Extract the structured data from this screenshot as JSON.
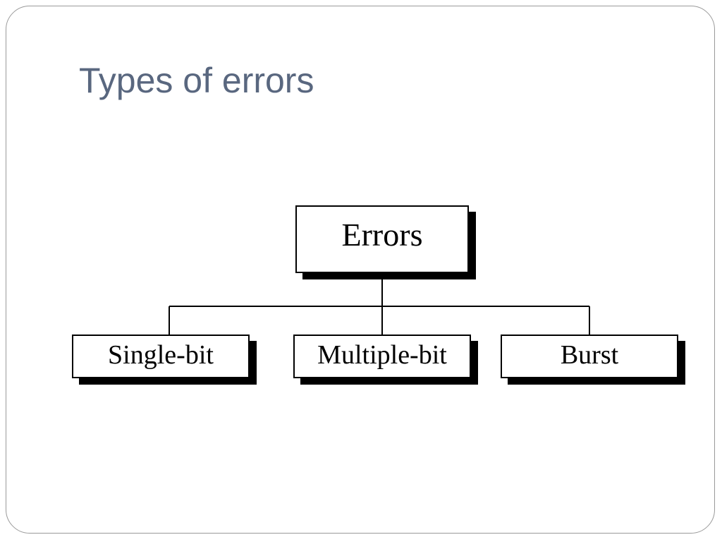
{
  "slide": {
    "title": "Types of errors"
  },
  "diagram": {
    "root": {
      "label": "Errors"
    },
    "children": [
      {
        "label": "Single-bit"
      },
      {
        "label": "Multiple-bit"
      },
      {
        "label": "Burst"
      }
    ]
  }
}
